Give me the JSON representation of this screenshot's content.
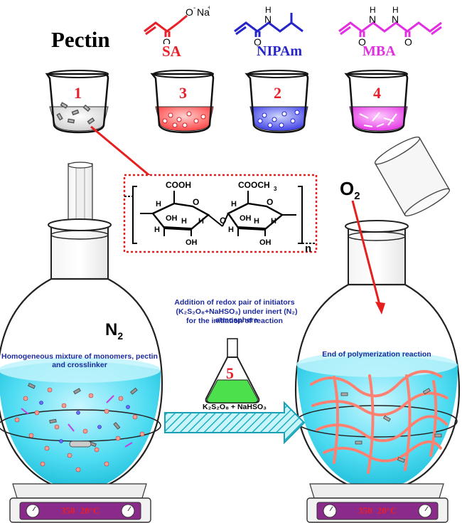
{
  "colors": {
    "sa": "#e8202a",
    "nipam": "#2525c8",
    "mba": "#e030e0",
    "pectin": "#000000",
    "arrow_red": "#e61e1e",
    "liquid_cyan": "#3fd8ef",
    "dotted_box": "#e21f1f",
    "annotation_blue": "#1c2a9c",
    "heater_purple": "#8a2a8a"
  },
  "reagents": {
    "pectin": {
      "name": "Pectin",
      "beaker_number": "1"
    },
    "sa": {
      "name": "SA",
      "beaker_number": "3",
      "counterion_o": "O",
      "counterion_na": "Na",
      "counterion_charge": "+",
      "carbonyl_o": "O"
    },
    "nipam": {
      "name": "NIPAm",
      "beaker_number": "2",
      "amide_h": "H",
      "amide_n": "N",
      "carbonyl_o": "O"
    },
    "mba": {
      "name": "MBA",
      "beaker_number": "4",
      "amide_h1": "H",
      "amide_n1": "N",
      "amide_h2": "H",
      "amide_n2": "N",
      "carbonyl_o1": "O",
      "carbonyl_o2": "O"
    }
  },
  "pectin_structure": {
    "group_left": "COOH",
    "group_right": "COOCH",
    "group_right_sub": "3",
    "ring_o_left": "O",
    "ring_o_right": "O",
    "bridge_o": "O",
    "h_labels": [
      "H",
      "H",
      "H",
      "H",
      "H",
      "H",
      "H",
      "H"
    ],
    "oh_labels": [
      "OH",
      "OH",
      "OH",
      "OH"
    ],
    "repeat": "n"
  },
  "flask_left": {
    "gas": "N",
    "gas_sub": "2",
    "caption": "Homogeneous mixture of monomers, pectin and crosslinker",
    "heater": {
      "left_value": "350",
      "right_value": "20°C"
    }
  },
  "center": {
    "caption_line1": "Addition of redox pair of initiators",
    "caption_line2": "(K₂S₂O₈+NaHSO₃) under inert (N₂) atmosphere",
    "caption_line3": "for the initiation of reaction",
    "initiator_number": "5",
    "initiator_label": "K₂S₂O₈ + NaHSO₃"
  },
  "flask_right": {
    "gas": "O",
    "gas_sub": "2",
    "caption": "End of polymerization reaction",
    "heater": {
      "left_value": "350",
      "right_value": "20°C"
    }
  }
}
